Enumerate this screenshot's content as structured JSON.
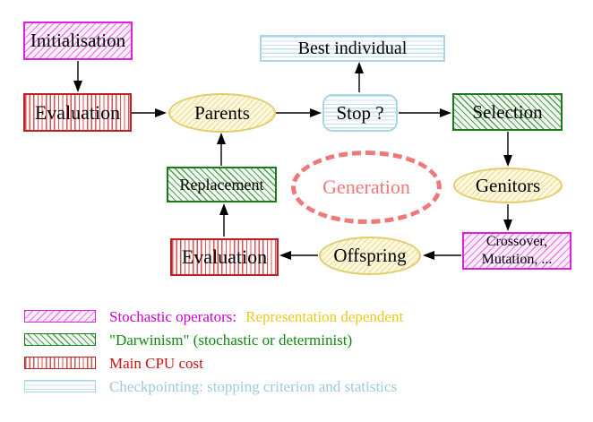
{
  "diagram": {
    "nodes": {
      "initialisation": "Initialisation",
      "evaluation_top": "Evaluation",
      "parents": "Parents",
      "best_individual": "Best individual",
      "stop": "Stop ?",
      "selection": "Selection",
      "replacement": "Replacement",
      "generation": "Generation",
      "genitors": "Genitors",
      "evaluation_bottom": "Evaluation",
      "offspring": "Offspring",
      "crossover_line1": "Crossover,",
      "crossover_line2": "Mutation, ..."
    }
  },
  "legend": {
    "items": [
      {
        "swatch": "magenta-hatch",
        "label": "Stochastic operators:",
        "label_color": "#cc00cc",
        "label2": "Representation dependent",
        "label2_color": "#eec81a"
      },
      {
        "swatch": "green-hatch",
        "label": "\"Darwinism\" (stochastic or determinist)",
        "label_color": "#0f8a0f"
      },
      {
        "swatch": "red-vertical-stripes",
        "label": "Main CPU cost",
        "label_color": "#cc1111"
      },
      {
        "swatch": "cyan-horizontal-stripes",
        "label": "Checkpointing: stopping criterion and statistics",
        "label_color": "#9fcbdd"
      }
    ]
  },
  "colors": {
    "magenta_border": "#dd22dd",
    "red_border": "#bb2222",
    "green_border": "#1c7a1c",
    "cyan_border": "#a9d5e5",
    "yellow_border": "#e2cd6e",
    "salmon_dashed": "#ee7979",
    "arrow": "#000000"
  }
}
